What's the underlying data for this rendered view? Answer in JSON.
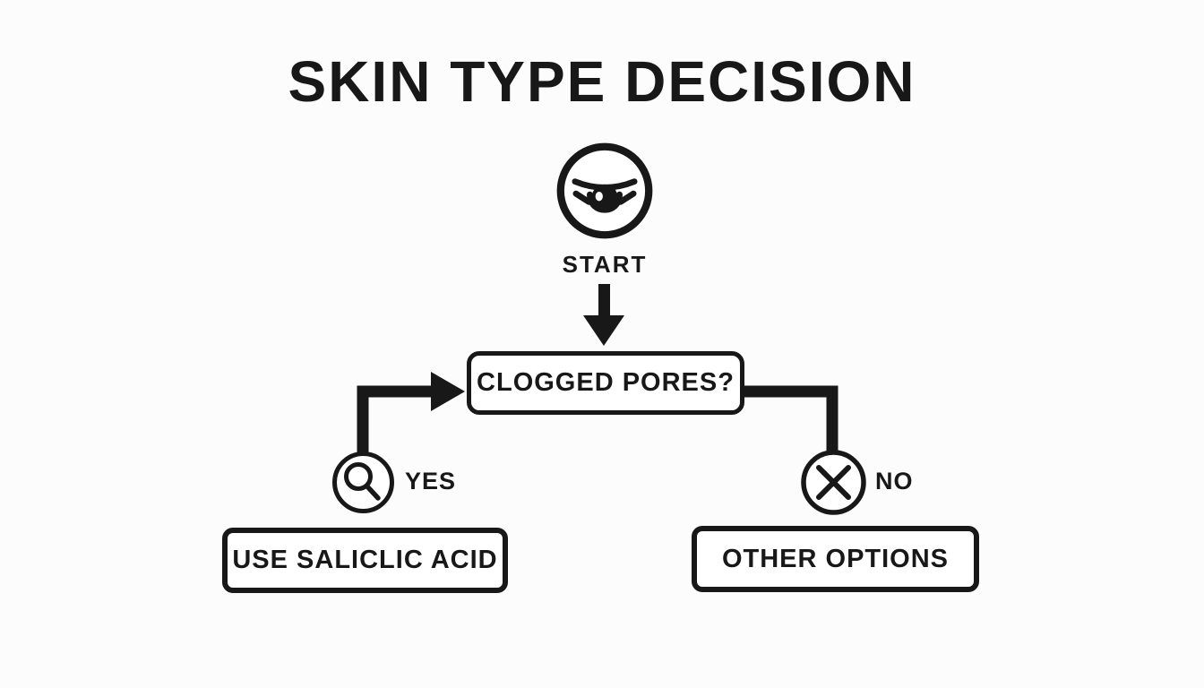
{
  "title": "SKIN TYPE DECISION",
  "colors": {
    "ink": "#181818",
    "bg": "#fcfcfc"
  },
  "flow": {
    "start": {
      "label": "START",
      "icon": "eye-icon"
    },
    "decision": {
      "label": "CLOGGED PORES?"
    },
    "yes": {
      "label": "YES",
      "icon": "magnifier-icon"
    },
    "no": {
      "label": "NO",
      "icon": "x-icon"
    },
    "yes_result": {
      "label": "USE SALICLIC ACID"
    },
    "no_result": {
      "label": "OTHER OPTIONS"
    }
  }
}
